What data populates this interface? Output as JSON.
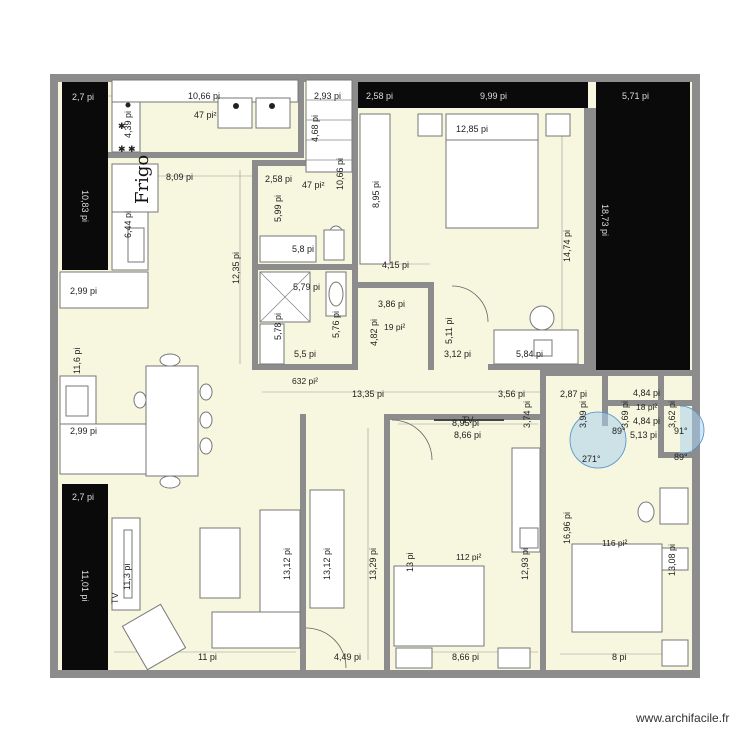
{
  "watermark": "www.archifacile.fr",
  "fridge_label": "Frigo",
  "tv_label": "TV",
  "dimensions": {
    "top_left_dark": "2,7 pi",
    "left_dark_vertical": "10,83 pi",
    "kitchen_top_width": "10,66 pi",
    "kitchen_top_area": "47 pi²",
    "kitchen_side": "4,39 pi",
    "closet_top": "2,93 pi",
    "closet_height": "4,68 pi",
    "closet_depth": "10,66 pi",
    "dark_strip_2": "2,58 pi",
    "dark_strip_3": "9,99 pi",
    "dark_strip_4": "5,71 pi",
    "right_dark_vertical": "18,73 pi",
    "bedroom1_width": "12,85 pi",
    "bedroom1_wardrobe": "8,95 pi",
    "bedroom1_depth": "14,74 pi",
    "fridge_wall": "8,09 pi",
    "kitchen_wall": "6,44 pi",
    "wc_width": "2,58 pi",
    "wc_area": "47 pi²",
    "wc_height": "5,99 pi",
    "bath1_width": "5,8 pi",
    "living_wall": "12,35 pi",
    "hall_width": "4,15 pi",
    "bath2_width": "5,79 pi",
    "bath2_side_a": "5,78 pi",
    "bath2_side_b": "5,76 pi",
    "bath2_bottom": "5,5 pi",
    "storage_width": "3,86 pi",
    "storage_height": "4,82 pi",
    "storage_area": "19 pi²",
    "hall_depth": "5,11 pi",
    "hall_bottom": "3,12 pi",
    "desk_width": "5,84 pi",
    "counter_top": "2,99 pi",
    "counter_side": "11,6 pi",
    "counter_bottom": "2,99 pi",
    "main_area": "632 pi²",
    "corridor_width": "13,35 pi",
    "corridor_end": "3,56 pi",
    "corridor_right": "2,87 pi",
    "corridor_v": "3,74 pi",
    "corridor_lower": "8,95 pi",
    "closet2_width": "4,84 pi",
    "closet2_area": "18 pi²",
    "closet2_bottom": "4,84 pi",
    "closet2_side_a": "3,99 pi",
    "closet2_side_b": "3,69 pi",
    "closet2_side_c": "3,62 pi",
    "closet2_wall": "5,13 pi",
    "angle_a": "89°",
    "angle_b": "91°",
    "angle_c": "271°",
    "angle_d": "89°",
    "bedroom2_width": "8,66 pi",
    "bedroom2_area": "112 pi²",
    "bedroom2_height": "13 pi",
    "bedroom2_desk": "12,93 pi",
    "bedroom2_bottom": "8,66 pi",
    "bedroom3_area": "116 pi²",
    "bedroom3_height": "16,96 pi",
    "bedroom3_side": "13,08 pi",
    "bedroom3_bottom": "8 pi",
    "left_dark_bottom_top": "2,7 pi",
    "left_dark_bottom": "11,01 pi",
    "tv_unit": "11,3 pi",
    "sofa_height": "13,12 pi",
    "shelf_height": "13,12 pi",
    "corridor_height": "13,29 pi",
    "living_bottom": "11 pi",
    "entry_width": "4,49 pi"
  }
}
